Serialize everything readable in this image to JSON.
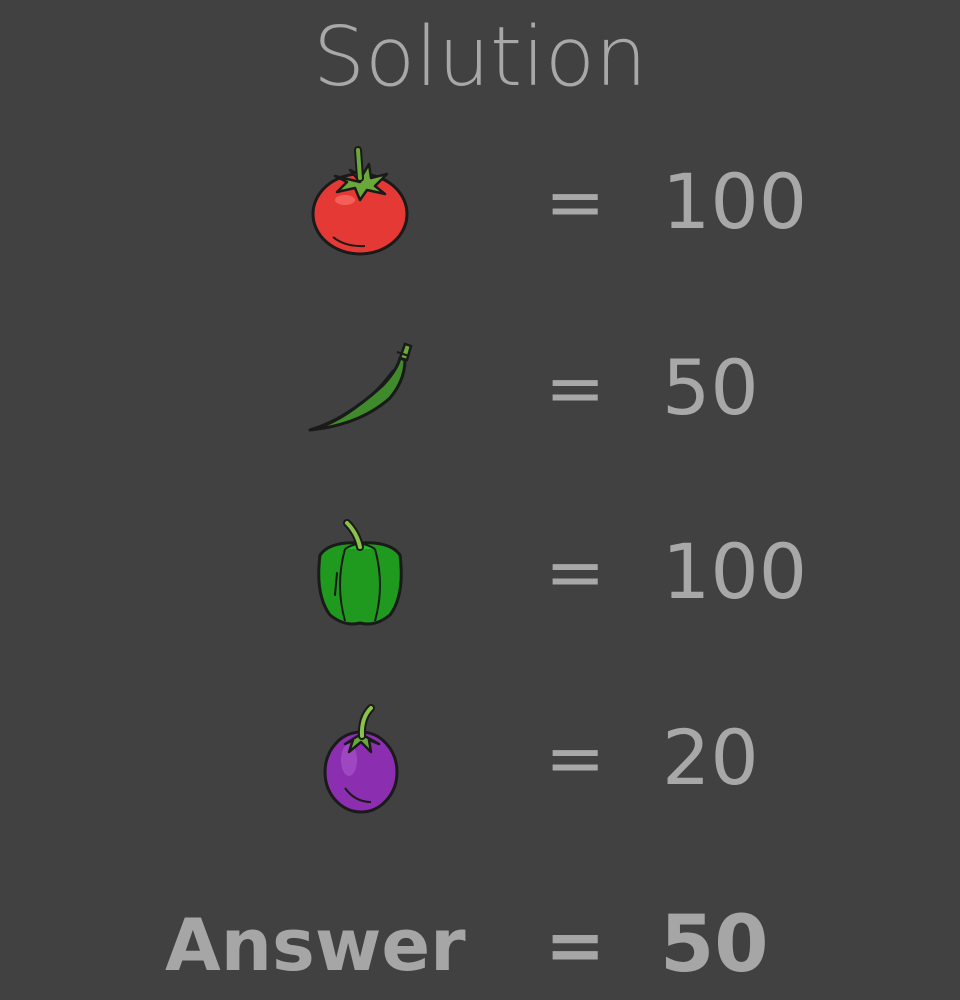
{
  "title": "Solution",
  "rows": [
    {
      "icon": "tomato-icon",
      "eq": "=",
      "value": "100"
    },
    {
      "icon": "okra-icon",
      "eq": "=",
      "value": "50"
    },
    {
      "icon": "green-bell-pepper-icon",
      "eq": "=",
      "value": "100"
    },
    {
      "icon": "eggplant-icon",
      "eq": "=",
      "value": "20"
    }
  ],
  "answer": {
    "label": "Answer",
    "eq": "=",
    "value": "50"
  },
  "colors": {
    "background": "#414141",
    "text": "#a8a8a8",
    "tomato": "#e33b3b",
    "okra": "#3f8a2a",
    "pepper": "#1f9a1f",
    "eggplant": "#8b2fb0"
  }
}
